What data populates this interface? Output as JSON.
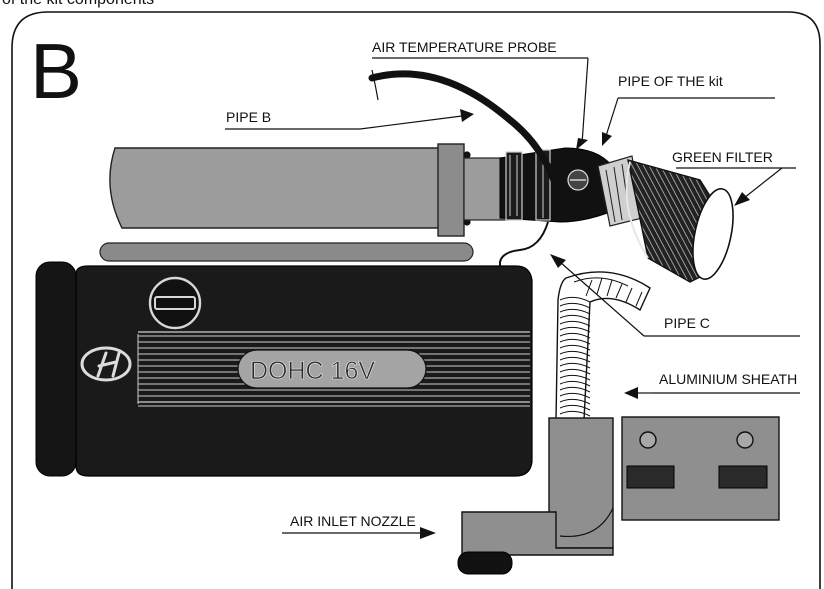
{
  "header": {
    "cut_text": "of the kit components"
  },
  "panel": {
    "letter": "B"
  },
  "labels": {
    "air_temperature_probe": "AIR TEMPERATURE PROBE",
    "pipe_of_the_kit": "PIPE OF THE kit",
    "pipe_b": "PIPE B",
    "green_filter": "GREEN FILTER",
    "pipe_c": "PIPE C",
    "aluminium_sheath": "ALUMINIUM SHEATH",
    "air_inlet_nozzle": "AIR INLET NOZZLE"
  },
  "engine": {
    "cover_text": "DOHC  16V"
  }
}
